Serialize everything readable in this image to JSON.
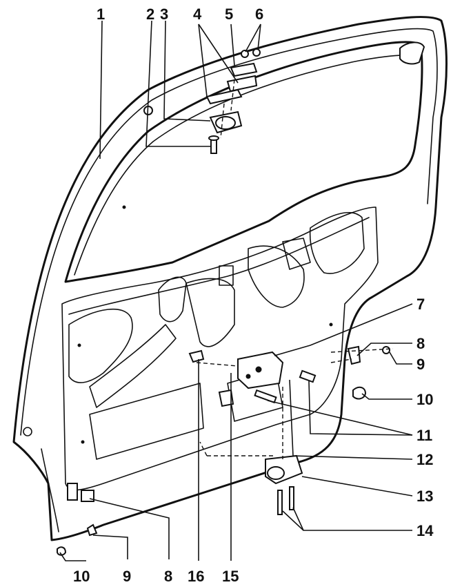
{
  "diagram": {
    "callouts": [
      {
        "id": "c1",
        "label": "1"
      },
      {
        "id": "c2",
        "label": "2"
      },
      {
        "id": "c3",
        "label": "3"
      },
      {
        "id": "c4",
        "label": "4"
      },
      {
        "id": "c5",
        "label": "5"
      },
      {
        "id": "c6",
        "label": "6"
      },
      {
        "id": "c7",
        "label": "7"
      },
      {
        "id": "c8r",
        "label": "8"
      },
      {
        "id": "c9r",
        "label": "9"
      },
      {
        "id": "c10r",
        "label": "10"
      },
      {
        "id": "c11",
        "label": "11"
      },
      {
        "id": "c12",
        "label": "12"
      },
      {
        "id": "c13",
        "label": "13"
      },
      {
        "id": "c14",
        "label": "14"
      },
      {
        "id": "c10b",
        "label": "10"
      },
      {
        "id": "c9b",
        "label": "9"
      },
      {
        "id": "c8b",
        "label": "8"
      },
      {
        "id": "c16",
        "label": "16"
      },
      {
        "id": "c15",
        "label": "15"
      }
    ]
  }
}
